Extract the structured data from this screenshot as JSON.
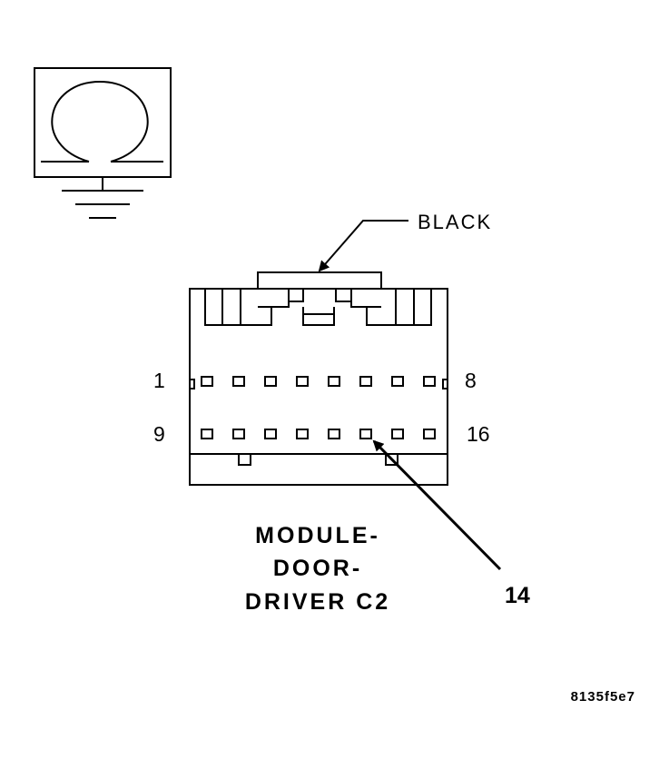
{
  "symbol": {
    "icon": "ohmmeter-ground-icon"
  },
  "connector": {
    "color_label": "BLACK",
    "pin_labels": {
      "top_left": "1",
      "top_right": "8",
      "bottom_left": "9",
      "bottom_right": "16"
    },
    "top_row_pins": 8,
    "bottom_row_pins": 8,
    "highlighted_pin": 14,
    "highlighted_pin_label": "14"
  },
  "title": {
    "line1": "MODULE-",
    "line2": "DOOR-",
    "line3": "DRIVER C2"
  },
  "figure_code": "8135f5e7"
}
